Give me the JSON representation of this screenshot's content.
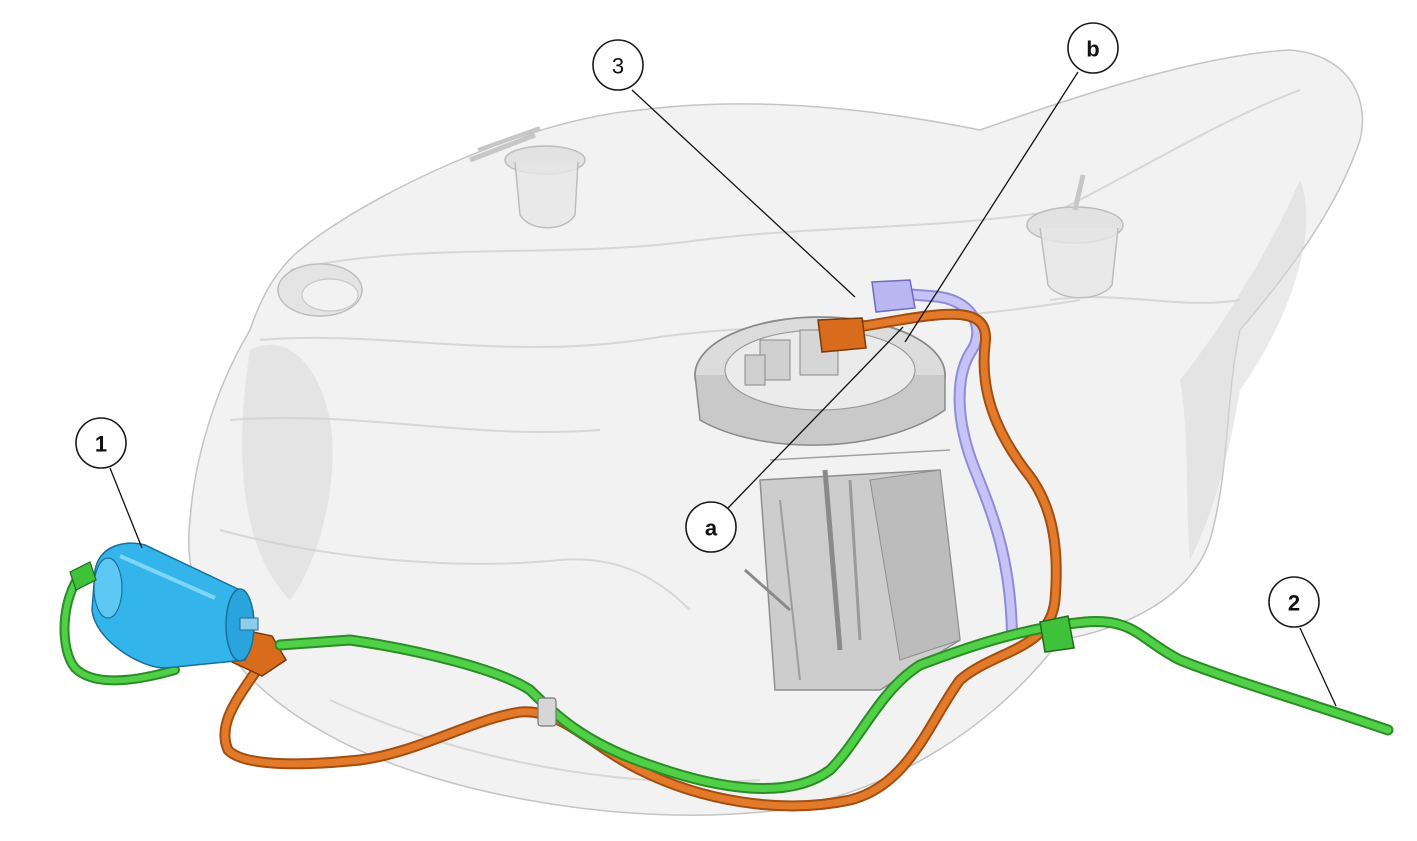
{
  "callouts": [
    {
      "id": "1",
      "label": "1"
    },
    {
      "id": "2",
      "label": "2"
    },
    {
      "id": "3",
      "label": "3"
    },
    {
      "id": "a",
      "label": "a"
    },
    {
      "id": "b",
      "label": "b"
    }
  ],
  "colors": {
    "fuel_filter": "#33b5ec",
    "supply_line": "#3fc23a",
    "return_line": "#d96b1c",
    "vent_line": "#b9b6f2",
    "tank": "#e9e9e9",
    "pump_module": "#cfcfcf"
  },
  "components": {
    "filter_icon": "fuel-filter-canister",
    "pump_icon": "fuel-pump-module",
    "tank_icon": "translucent-fuel-tank"
  }
}
